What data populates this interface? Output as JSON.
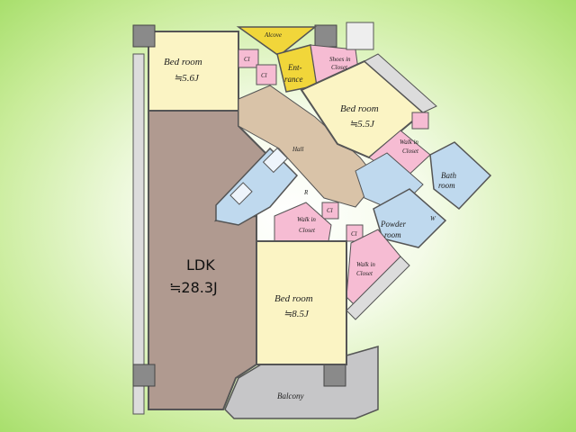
{
  "rooms": {
    "bedroom_tl": {
      "name": "Bed room",
      "size": "≒5.6J"
    },
    "bedroom_tr": {
      "name": "Bed room",
      "size": "≒5.5J"
    },
    "bedroom_b": {
      "name": "Bed room",
      "size": "≒8.5J"
    },
    "ldk": {
      "name": "LDK",
      "size": "≒28.3J"
    },
    "alcove": "Alcove",
    "entrance": [
      "Ent-",
      "rance"
    ],
    "shoes_closet": [
      "Shoes in",
      "Closet"
    ],
    "walk_in_closet_1": [
      "Walk in",
      "Closet"
    ],
    "walk_in_closet_2": [
      "Walk in",
      "Closet"
    ],
    "walk_in_closet_3": [
      "Walk in",
      "Closet"
    ],
    "bath": [
      "Bath",
      "room"
    ],
    "powder": [
      "Powder",
      "room"
    ],
    "hall": "Hall",
    "balcony": "Balcony",
    "cl_1": "Cl",
    "cl_2": "Cl",
    "cl_3": "Cl",
    "cl_4": "Cl",
    "refrigerator": "R",
    "washer": "W"
  },
  "colors": {
    "ldk_floor": "#b09a90",
    "bedroom": "#fbf4c4",
    "closet": "#f6bcd3",
    "entrance": "#f1d63a",
    "hall": "#d9c3a8",
    "wet_area": "#bfd9ee",
    "balcony": "#c6c6c8",
    "wall": "#555555",
    "background_edge": "#a8df6c"
  }
}
